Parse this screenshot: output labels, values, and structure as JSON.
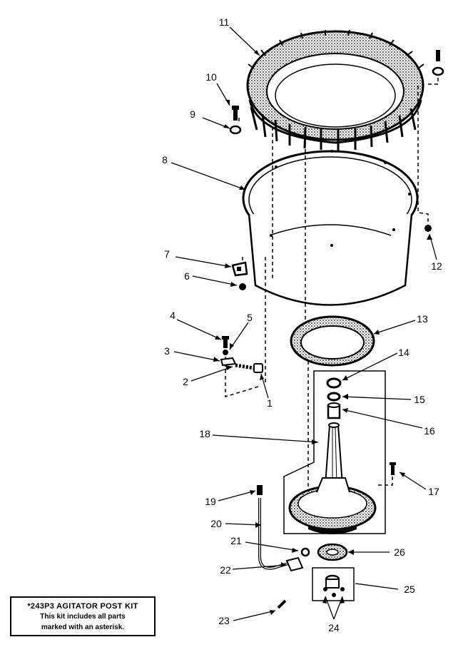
{
  "callouts": {
    "c1": "1",
    "c2": "2",
    "c3": "3",
    "c4": "4",
    "c5": "5",
    "c6": "6",
    "c7": "7",
    "c8": "8",
    "c9": "9",
    "c10": "10",
    "c11": "11",
    "c12": "12",
    "c13": "13",
    "c14": "14",
    "c15": "15",
    "c16": "16",
    "c17": "17",
    "c18": "18",
    "c19": "19",
    "c20": "20",
    "c21": "21",
    "c22": "22",
    "c23": "23",
    "c24": "24",
    "c25": "25",
    "c26": "26"
  },
  "kit_note": {
    "title": "*243P3 AGITATOR POST KIT",
    "line1": "This kit includes all parts",
    "line2": "marked with an asterisk."
  }
}
